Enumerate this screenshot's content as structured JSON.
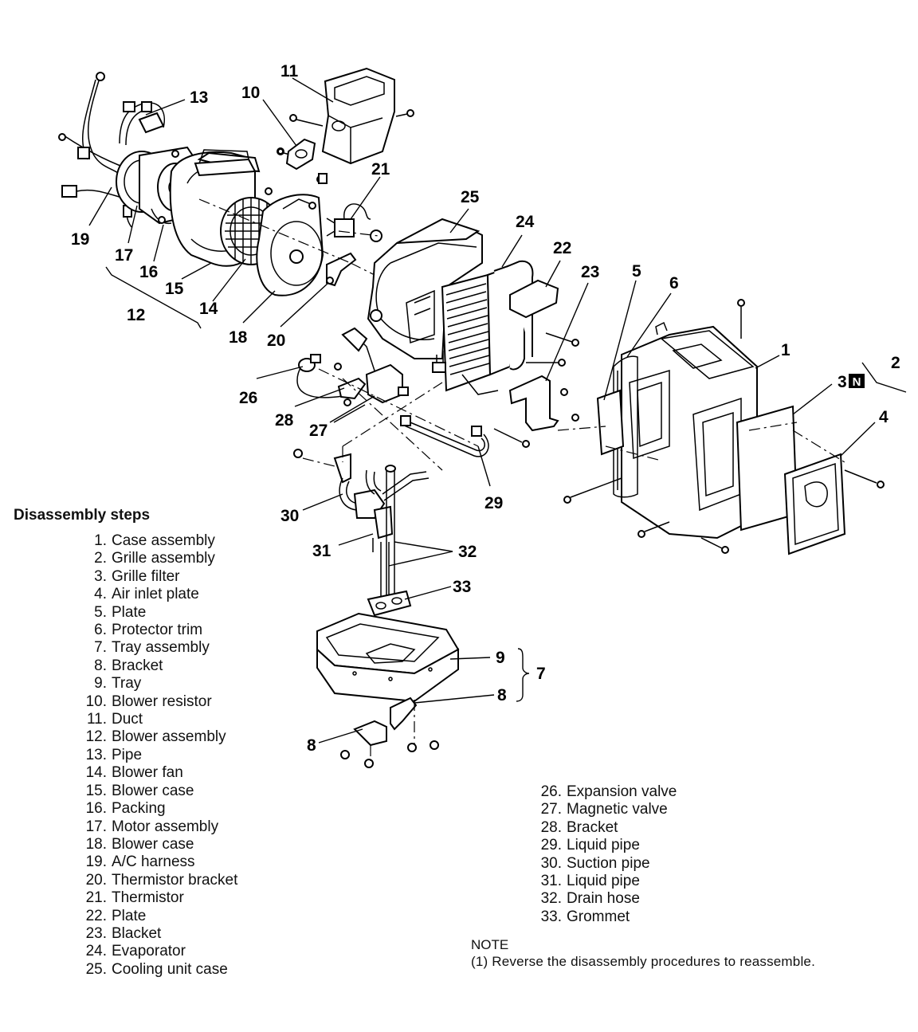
{
  "callouts": {
    "c1": "1",
    "c2": "2",
    "c3": "3",
    "c3_badge": "N",
    "c4": "4",
    "c5": "5",
    "c6": "6",
    "c7": "7",
    "c8a": "8",
    "c8b": "8",
    "c9": "9",
    "c10": "10",
    "c11": "11",
    "c12": "12",
    "c13": "13",
    "c14": "14",
    "c15": "15",
    "c16": "16",
    "c17": "17",
    "c18": "18",
    "c19": "19",
    "c20": "20",
    "c21": "21",
    "c22": "22",
    "c23": "23",
    "c24": "24",
    "c25": "25",
    "c26": "26",
    "c27": "27",
    "c28": "28",
    "c29": "29",
    "c30": "30",
    "c31": "31",
    "c32": "32",
    "c33": "33"
  },
  "steps_title": "Disassembly steps",
  "steps": [
    {
      "num": "1.",
      "label": "Case assembly"
    },
    {
      "num": "2.",
      "label": "Grille assembly"
    },
    {
      "num": "3.",
      "label": "Grille filter"
    },
    {
      "num": "4.",
      "label": "Air inlet plate"
    },
    {
      "num": "5.",
      "label": "Plate"
    },
    {
      "num": "6.",
      "label": "Protector trim"
    },
    {
      "num": "7.",
      "label": "Tray assembly"
    },
    {
      "num": "8.",
      "label": "Bracket"
    },
    {
      "num": "9.",
      "label": "Tray"
    },
    {
      "num": "10.",
      "label": "Blower resistor"
    },
    {
      "num": "11.",
      "label": "Duct"
    },
    {
      "num": "12.",
      "label": "Blower assembly"
    },
    {
      "num": "13.",
      "label": "Pipe"
    },
    {
      "num": "14.",
      "label": "Blower fan"
    },
    {
      "num": "15.",
      "label": "Blower case"
    },
    {
      "num": "16.",
      "label": "Packing"
    },
    {
      "num": "17.",
      "label": "Motor assembly"
    },
    {
      "num": "18.",
      "label": "Blower case"
    },
    {
      "num": "19.",
      "label": "A/C harness"
    },
    {
      "num": "20.",
      "label": "Thermistor bracket"
    },
    {
      "num": "21.",
      "label": "Thermistor"
    },
    {
      "num": "22.",
      "label": "Plate"
    },
    {
      "num": "23.",
      "label": "Blacket"
    },
    {
      "num": "24.",
      "label": "Evaporator"
    },
    {
      "num": "25.",
      "label": "Cooling unit case"
    }
  ],
  "steps_2": [
    {
      "num": "26.",
      "label": "Expansion valve"
    },
    {
      "num": "27.",
      "label": "Magnetic valve"
    },
    {
      "num": "28.",
      "label": "Bracket"
    },
    {
      "num": "29.",
      "label": "Liquid pipe"
    },
    {
      "num": "30.",
      "label": "Suction pipe"
    },
    {
      "num": "31.",
      "label": "Liquid pipe"
    },
    {
      "num": "32.",
      "label": "Drain hose"
    },
    {
      "num": "33.",
      "label": "Grommet"
    }
  ],
  "note": {
    "heading": "NOTE",
    "text": "(1)  Reverse the disassembly procedures to reassemble."
  }
}
